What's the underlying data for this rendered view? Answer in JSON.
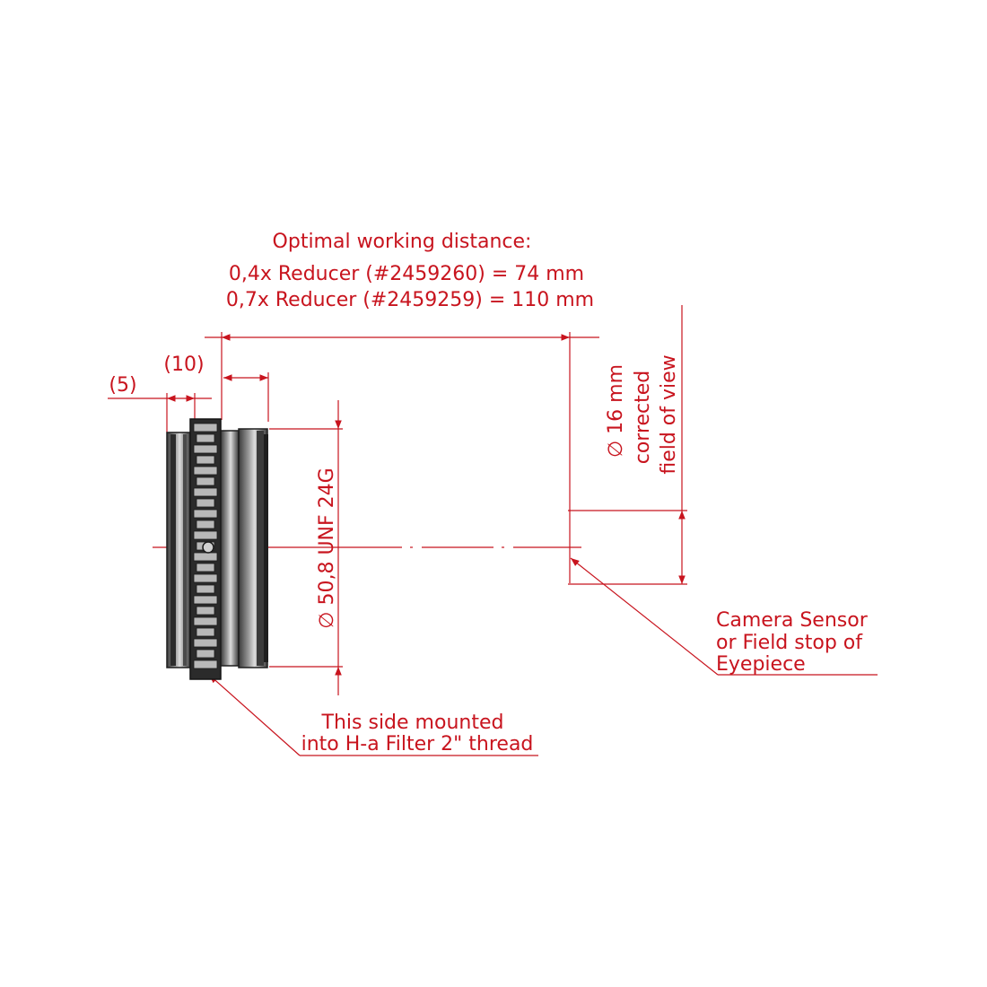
{
  "header": {
    "title": "Optimal working distance:",
    "line1": "0,4x Reducer (#2459260) = 74 mm",
    "line2": "0,7x Reducer (#2459259) = 110 mm"
  },
  "dimensions": {
    "dim_5": "(5)",
    "dim_10": "(10)",
    "thread": "∅ 50,8 UNF  24G",
    "field_of_view": [
      "∅ 16 mm",
      "corrected",
      "field of view"
    ]
  },
  "callouts": {
    "mount_side": [
      "This side mounted",
      "into H-a Filter 2\" thread"
    ],
    "sensor": [
      "Camera Sensor",
      "or Field stop of",
      "Eyepiece"
    ]
  },
  "colors": {
    "dimension_red": "#c8141e",
    "part_dark": "#2e2e2e",
    "part_mid": "#8a8a8a",
    "part_light": "#d9d9d9"
  },
  "icons": {
    "part": "reducer-adapter-side-view"
  }
}
